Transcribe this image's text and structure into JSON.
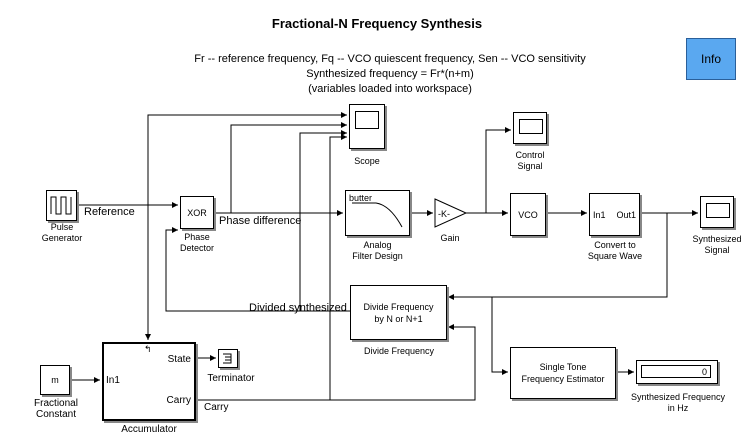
{
  "title": "Fractional-N Frequency Synthesis",
  "description": {
    "line1": "Fr -- reference frequency,  Fq -- VCO quiescent frequency,  Sen -- VCO sensitivity",
    "line2": "Synthesized frequency = Fr*(n+m)",
    "line3": "(variables loaded into workspace)"
  },
  "info_button": "Info",
  "blocks": {
    "pulse_generator": {
      "label": "Pulse\nGenerator"
    },
    "phase_detector": {
      "text": "XOR",
      "label": "Phase\nDetector"
    },
    "scope": {
      "label": "Scope"
    },
    "analog_filter": {
      "text": "butter",
      "label": "Analog\nFilter Design"
    },
    "gain": {
      "text": "-K-",
      "label": "Gain"
    },
    "vco": {
      "text": "VCO"
    },
    "control_signal": {
      "label": "Control\nSignal"
    },
    "convert": {
      "in_port": "In1",
      "out_port": "Out1",
      "label": "Convert to\nSquare Wave"
    },
    "synthesized_signal": {
      "label": "Synthesized\nSignal"
    },
    "divide_frequency": {
      "text": "Divide Frequency\nby N or N+1",
      "label": "Divide Frequency"
    },
    "fractional_constant": {
      "text": "m",
      "label": "Fractional\nConstant"
    },
    "accumulator": {
      "in_port": "In1",
      "state_port": "State",
      "carry_port": "Carry",
      "label": "Accumulator"
    },
    "terminator": {
      "label": "Terminator"
    },
    "estimator": {
      "text": "Single Tone\nFrequency Estimator"
    },
    "display": {
      "value": "0",
      "label": "Synthesized Frequency\nin Hz"
    }
  },
  "signals": {
    "reference": "Reference",
    "phase_difference": "Phase difference",
    "divided_synthesized": "Divided synthesized",
    "carry": "Carry"
  }
}
